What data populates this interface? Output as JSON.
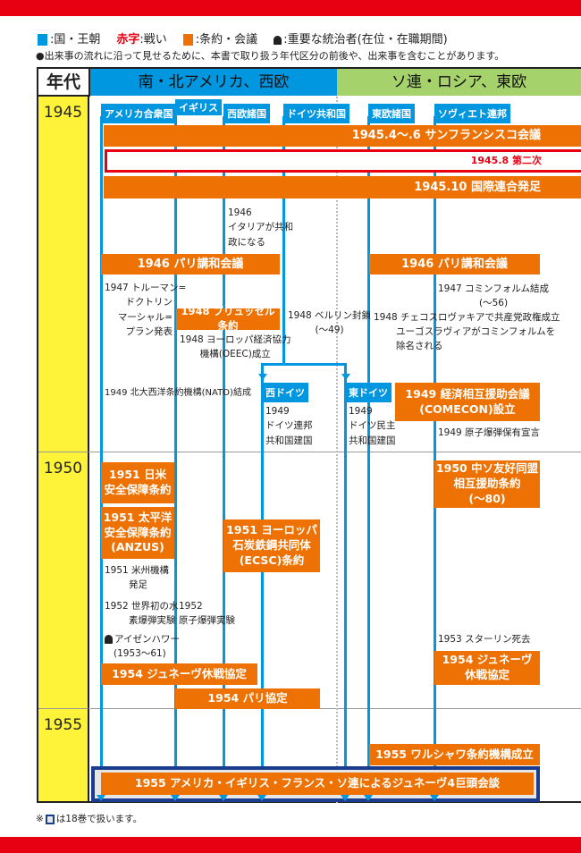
{
  "legend": {
    "country": ":国・王朝",
    "battle_red": "赤字",
    "battle": ":戦い",
    "treaty": ":条約・会議",
    "ruler": ":重要な統治者(在位・在職期間)"
  },
  "note": "●出来事の流れに沿って見せるために、本書で取り扱う年代区分の前後や、出来事を含むことがあります。",
  "header": {
    "year": "年代",
    "west": "南・北アメリカ、西欧",
    "east": "ソ連・ロシア、東欧"
  },
  "years": [
    "1945",
    "1950",
    "1955"
  ],
  "countries": [
    "アメリカ合衆国",
    "イギリス",
    "西欧諸国",
    "ドイツ共和国",
    "東欧諸国",
    "ソヴィエト連邦",
    "西ドイツ",
    "東ドイツ"
  ],
  "events": {
    "sf": "1945.4〜.6 サンフランシスコ会議",
    "ww2": "1945.8 第二次",
    "un": "1945.10 国際連合発足",
    "italy": [
      "1946",
      "イタリアが共和",
      "政になる"
    ],
    "paris_w": "1946 パリ講和会議",
    "paris_e": "1946 パリ講和会議",
    "truman": [
      "1947 トルーマン=",
      "ドクトリン",
      "マーシャル=",
      "プラン発表"
    ],
    "brussels": "1948 ブリュッセル条約",
    "oeec": [
      "1948 ヨーロッパ経済協力",
      "機構(OEEC)成立"
    ],
    "berlin": [
      "1948 ベルリン封鎖",
      "(〜49)"
    ],
    "cominform": [
      "1947 コミンフォルム結成",
      "(〜56)"
    ],
    "czech": "1948 チェコスロヴァキアで共産党政権成立",
    "yugo": [
      "ユーゴスラヴィアがコミンフォルムを",
      "除名される"
    ],
    "nato": "1949 北大西洋条約機構(NATO)結成",
    "frg": [
      "1949",
      "ドイツ連邦",
      "共和国建国"
    ],
    "gdr": [
      "1949",
      "ドイツ民主",
      "共和国建国"
    ],
    "comecon": [
      "1949 経済相互援助会議",
      "(COMECON)設立"
    ],
    "abomb_ussr": "1949 原子爆弾保有宣言",
    "us_japan": [
      "1951 日米",
      "安全保障条約"
    ],
    "anzus": [
      "1951 太平洋",
      "安全保障条約",
      "(ANZUS)"
    ],
    "ecsc": [
      "1951 ヨーロッパ",
      "石炭鉄鋼共同体",
      "(ECSC)条約"
    ],
    "sino_soviet": [
      "1950 中ソ友好同盟",
      "相互援助条約",
      "(〜80)"
    ],
    "oas": [
      "1951 米州機構",
      "発足"
    ],
    "hbomb": [
      "1952 世界初の水",
      "素爆弾実験"
    ],
    "uk_abomb": [
      "1952",
      "原子爆弾実験"
    ],
    "eisenhower": [
      "アイゼンハワー",
      "(1953〜61)"
    ],
    "stalin": "1953 スターリン死去",
    "geneva_w": "1954 ジュネーヴ休戦協定",
    "geneva_e": [
      "1954 ジュネーヴ",
      "休戦協定"
    ],
    "paris_accord": "1954 パリ協定",
    "warsaw": "1955 ワルシャワ条約機構成立",
    "summit": "1955 アメリカ・イギリス・フランス・ソ連によるジュネーヴ4巨頭会談"
  },
  "footnote": {
    "prefix": "※",
    "text": "は18巻で扱います。"
  },
  "colors": {
    "blue": "#0096e0",
    "green": "#a6d26b",
    "orange": "#ee7203",
    "red": "#e60012",
    "yellow": "#fff33a",
    "navy": "#1a3d8f"
  }
}
